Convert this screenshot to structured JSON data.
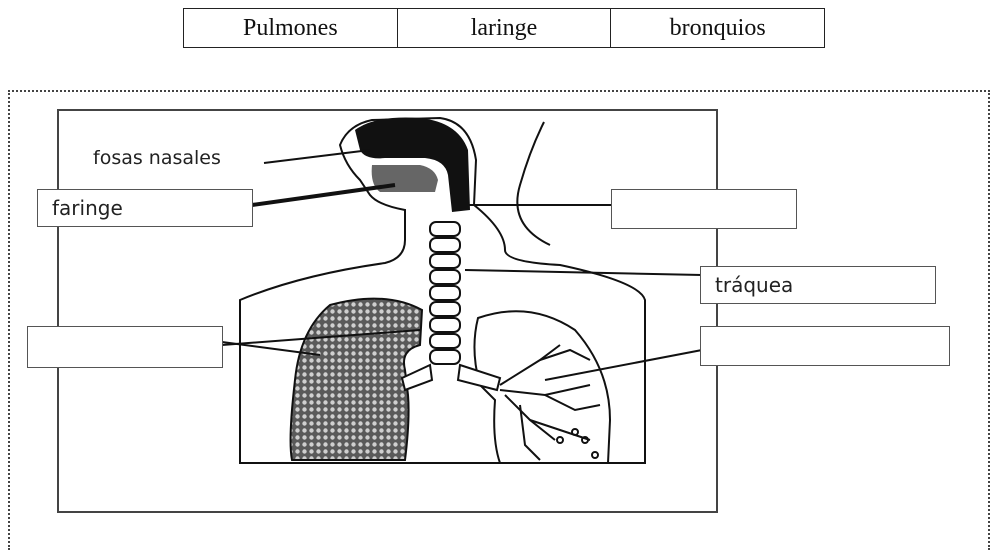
{
  "word_bank": {
    "words": [
      "Pulmones",
      "laringe",
      "bronquios"
    ]
  },
  "diagram": {
    "labels": {
      "fosas_nasales": "fosas nasales",
      "faringe": "faringe",
      "traquea": "tráquea",
      "laringe_blank": "",
      "pulmones_blank": "",
      "bronquios_blank": ""
    }
  }
}
